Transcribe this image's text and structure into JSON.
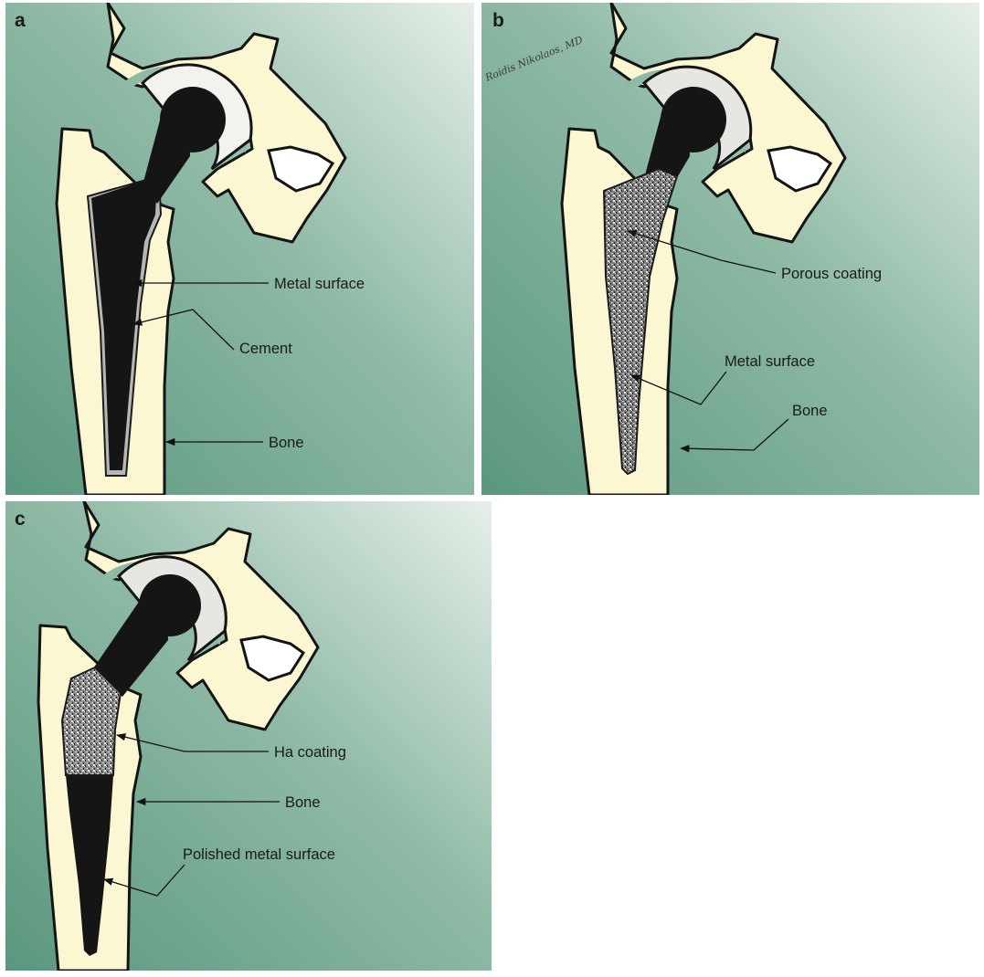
{
  "panels": [
    {
      "id": "a",
      "letter": "a",
      "labels": {
        "metal_surface": "Metal surface",
        "cement": "Cement",
        "bone": "Bone"
      }
    },
    {
      "id": "b",
      "letter": "b",
      "signature": "Roidis Nikolaos, MD",
      "labels": {
        "porous_coating": "Porous coating",
        "metal_surface": "Metal surface",
        "bone": "Bone"
      }
    },
    {
      "id": "c",
      "letter": "c",
      "labels": {
        "ha_coating": "Ha coating",
        "bone": "Bone",
        "polished_metal_surface": "Polished metal surface"
      }
    }
  ],
  "colors": {
    "background_dark": "#5e9a82",
    "background_light": "#e6efe8",
    "bone": "#fbf7d2",
    "metal": "#151515",
    "liner": "#f2f2ee",
    "outline": "#141414"
  }
}
